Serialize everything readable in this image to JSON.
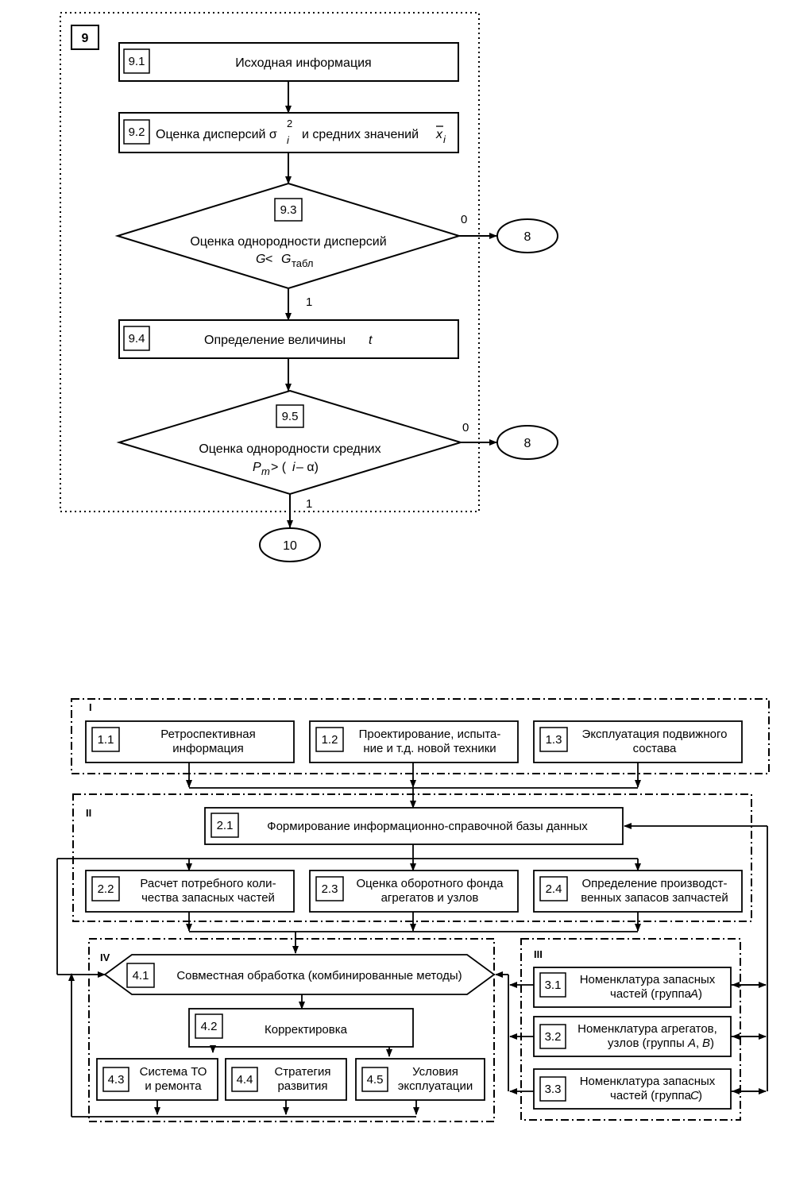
{
  "upper": {
    "frame_label": "9",
    "b91": {
      "num": "9.1",
      "text": "Исходная информация"
    },
    "b92": {
      "num": "9.2",
      "text_a": "Оценка дисперсий σ",
      "sup": "2",
      "sub_i": "i",
      "text_b": "и средних значений",
      "xbar": "x",
      "xbar_sub": "i"
    },
    "d93": {
      "num": "9.3",
      "line1": "Оценка однородности дисперсий",
      "line2_a": "G",
      "line2_b": " < ",
      "line2_c": "G",
      "line2_sub": "табл"
    },
    "b94": {
      "num": "9.4",
      "text_a": "Определение величины ",
      "text_b": "t"
    },
    "d95": {
      "num": "9.5",
      "line1": "Оценка однородности средних",
      "line2_a": "P",
      "line2_sub": "m",
      "line2_b": " > (",
      "line2_c": "i",
      "line2_d": " – α)"
    },
    "branch_no_1": "0",
    "branch_no_2": "0",
    "branch_yes_1": "1",
    "branch_yes_2": "1",
    "oval_8a": "8",
    "oval_8b": "8",
    "oval_10": "10"
  },
  "lower": {
    "frame_I": "I",
    "frame_II": "II",
    "frame_III": "III",
    "frame_IV": "IV",
    "b11": {
      "num": "1.1",
      "l1": "Ретроспективная",
      "l2": "информация"
    },
    "b12": {
      "num": "1.2",
      "l1": "Проектирование, испыта-",
      "l2": "ние и т.д. новой техники"
    },
    "b13": {
      "num": "1.3",
      "l1": "Эксплуатация подвижного",
      "l2": "состава"
    },
    "b21": {
      "num": "2.1",
      "l1": "Формирование информационно-справочной базы данных"
    },
    "b22": {
      "num": "2.2",
      "l1": "Расчет потребного коли-",
      "l2": "чества запасных частей"
    },
    "b23": {
      "num": "2.3",
      "l1": "Оценка оборотного фонда",
      "l2": "агрегатов и узлов"
    },
    "b24": {
      "num": "2.4",
      "l1": "Определение производст-",
      "l2": "венных запасов запчастей"
    },
    "b31": {
      "num": "3.1",
      "l1": "Номенклатура запасных",
      "l2a": "частей (группа ",
      "l2b": "A",
      "l2c": ")"
    },
    "b32": {
      "num": "3.2",
      "l1": "Номенклатура агрегатов,",
      "l2a": "узлов (группы ",
      "l2b": "A",
      "l2c": ", ",
      "l2d": "B",
      "l2e": ")"
    },
    "b33": {
      "num": "3.3",
      "l1": "Номенклатура запасных",
      "l2a": "частей (группа ",
      "l2b": "C",
      "l2c": ")"
    },
    "b41": {
      "num": "4.1",
      "l1": "Совместная обработка (комбинированные методы)"
    },
    "b42": {
      "num": "4.2",
      "l1": "Корректировка"
    },
    "b43": {
      "num": "4.3",
      "l1": "Система ТО",
      "l2": "и ремонта"
    },
    "b44": {
      "num": "4.4",
      "l1": "Стратегия",
      "l2": "развития"
    },
    "b45": {
      "num": "4.5",
      "l1": "Условия",
      "l2": "эксплуатации"
    }
  }
}
